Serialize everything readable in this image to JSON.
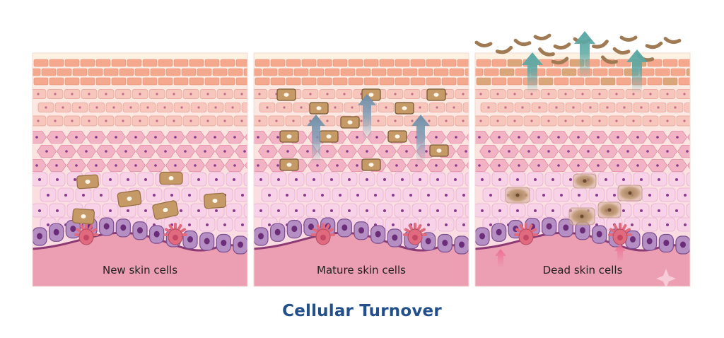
{
  "title": "Cellular Turnover",
  "panels": [
    {
      "label": "New skin cells",
      "stage": "new"
    },
    {
      "label": "Mature skin cells",
      "stage": "mature"
    },
    {
      "label": "Dead skin cells",
      "stage": "dead"
    }
  ],
  "colors": {
    "brick": "#f4a98f",
    "brick_stroke": "#e48a6c",
    "cell_light": "#f7c7bd",
    "cell_pink": "#f2b3c4",
    "cell_new": "#f8d3e8",
    "basal_cell": "#b58fc4",
    "nucleus": "#8a3b8c",
    "brown_cell": "#c69a66",
    "dermis": "#ec9fb2",
    "membrane": "#8c3a73",
    "melanocyte": "#e26a7f",
    "arrow_teal": "#5aa8a5",
    "arrow_grey": "#7f9db5",
    "arrow_pink": "#ec6f93",
    "title": "#23508a"
  }
}
